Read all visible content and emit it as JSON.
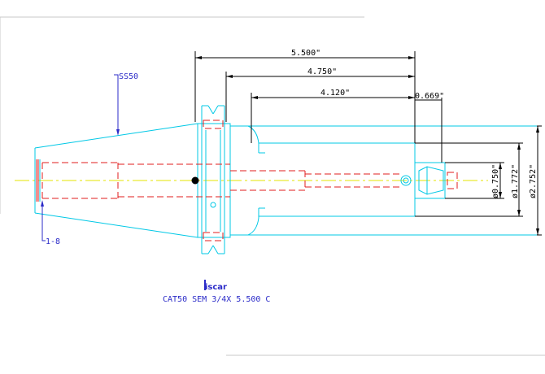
{
  "colors": {
    "background": "#ffffff",
    "border": "#c8c8c8",
    "outline": "#00c8e6",
    "hidden": "#e01e1e",
    "centerline": "#e6e600",
    "dimension": "#000000",
    "annotation": "#2b2bc8"
  },
  "dimensions": {
    "overall_length": "5.500\"",
    "length_2": "4.750\"",
    "length_3": "4.120\"",
    "length_4": "0.669\"",
    "diameter_bore": "ø0.750\"",
    "diameter_nose": "ø1.772\"",
    "diameter_flange": "ø2.752\""
  },
  "annotations": {
    "taper_label": "SS50",
    "thread_label": "1-8"
  },
  "title_block": {
    "logo": "iscar",
    "part_description": "CAT50 SEM 3/4X 5.500 C"
  }
}
